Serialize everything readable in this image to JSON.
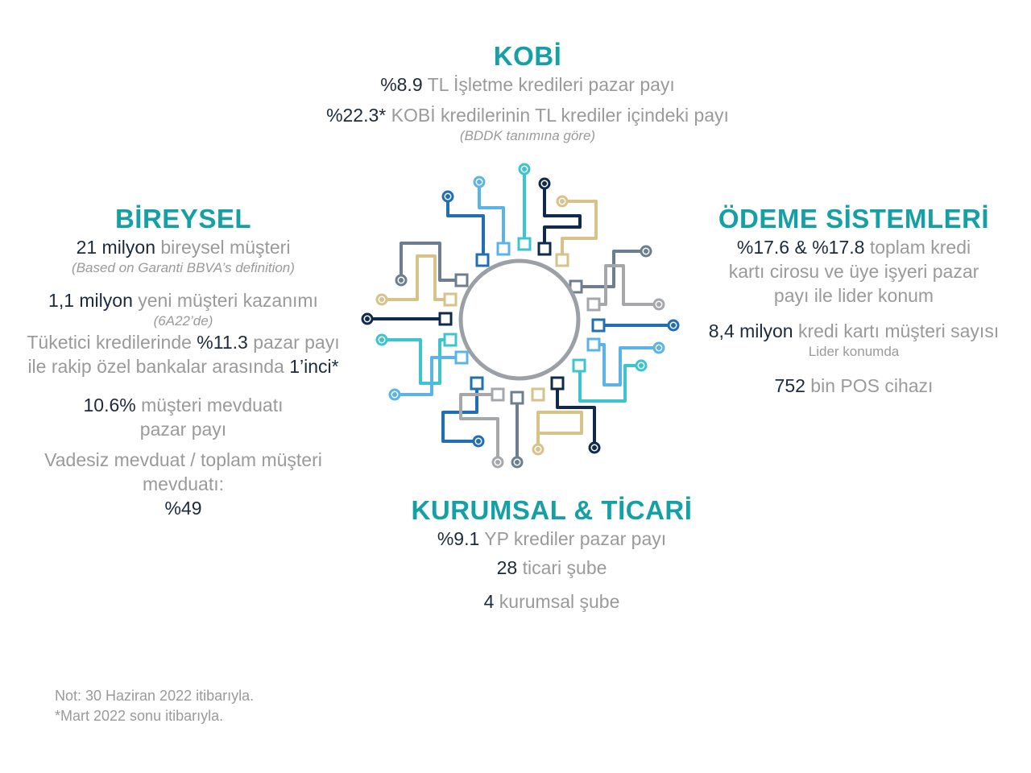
{
  "kobi": {
    "title": "KOBİ",
    "l1_strong": "%8.9",
    "l1_text": " TL İşletme kredileri pazar payı",
    "l2_strong": "%22.3*",
    "l2_text": " KOBİ kredilerinin TL krediler içindeki payı",
    "note": "(BDDK tanımına göre)"
  },
  "bireysel": {
    "title": "BİREYSEL",
    "l1_strong": "21 milyon",
    "l1_text": " bireysel müşteri",
    "l1_note": "(Based on Garanti BBVA’s definition)",
    "l2_strong": "1,1 milyon",
    "l2_text": " yeni müşteri kazanımı",
    "l2_note": "(6A22’de)",
    "l3_text": "Tüketici kredilerinde ",
    "l3_strong": "%11.3",
    "l3_text2": " pazar payı",
    "l4_text": "ile rakip özel bankalar arasında ",
    "l4_strong": "1’inci*",
    "l5_strong": "10.6%",
    "l5_text": " müşteri mevduatı",
    "l6_text": "pazar payı",
    "l7_text": "Vadesiz mevduat / toplam müşteri",
    "l8_text": "mevduatı:",
    "l9_strong": "%49"
  },
  "odeme": {
    "title": "ÖDEME SİSTEMLERİ",
    "l1_strong": "%17.6 & %17.8",
    "l1_text": " toplam  kredi",
    "l2_text": "kartı cirosu ve üye işyeri pazar",
    "l3_text": "payı ile lider konum",
    "l4_strong": "8,4 milyon",
    "l4_text": " kredi kartı müşteri sayısı",
    "l4_note": "Lider konumda",
    "l5_strong": "752",
    "l5_text": " bin POS cihazı"
  },
  "kurumsal": {
    "title": "KURUMSAL & TİCARİ",
    "l1_strong": "%9.1",
    "l1_text": " YP krediler pazar payı",
    "l2_strong": "28",
    "l2_text": " ticari şube",
    "l3_strong": "4",
    "l3_text": " kurumsal şube"
  },
  "notes": {
    "n1": "Not: 30 Haziran 2022 itibarıyla.",
    "n2": "*Mart 2022 sonu itibarıyla."
  },
  "colors": {
    "heading": "#14a0a5",
    "strong_text": "#1b2a3d",
    "body_text": "#9a9a9a",
    "navy": "#0f2a4e",
    "blue": "#1f6fb2",
    "sky": "#5ab4e5",
    "teal": "#3cc5cc",
    "gold": "#d8c28a",
    "gray": "#a5a7aa",
    "slate": "#6d7e8f"
  }
}
